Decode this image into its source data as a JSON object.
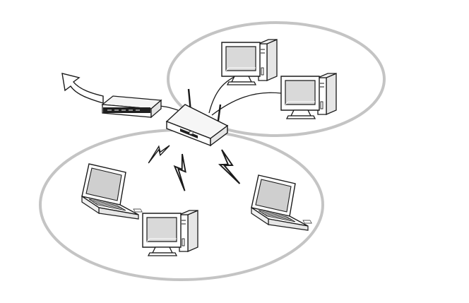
{
  "diagram": {
    "title": "",
    "nodes": [
      {
        "id": "internet",
        "icon": "arrow-curved-up-icon"
      },
      {
        "id": "modem",
        "icon": "broadband-modem-icon"
      },
      {
        "id": "access-point",
        "icon": "wireless-router-icon"
      },
      {
        "id": "wired-desktop-1",
        "icon": "desktop-computer-icon",
        "group": "wired"
      },
      {
        "id": "wired-desktop-2",
        "icon": "desktop-computer-icon",
        "group": "wired"
      },
      {
        "id": "wireless-laptop-1",
        "icon": "laptop-icon",
        "group": "wireless"
      },
      {
        "id": "wireless-desktop",
        "icon": "desktop-computer-icon",
        "group": "wireless"
      },
      {
        "id": "wireless-laptop-2",
        "icon": "laptop-icon",
        "group": "wireless"
      }
    ],
    "links": [
      {
        "from": "modem",
        "to": "internet",
        "type": "wired"
      },
      {
        "from": "modem",
        "to": "access-point",
        "type": "wired"
      },
      {
        "from": "access-point",
        "to": "wired-desktop-1",
        "type": "wired"
      },
      {
        "from": "access-point",
        "to": "wired-desktop-2",
        "type": "wired"
      },
      {
        "from": "access-point",
        "to": "wireless-laptop-1",
        "type": "wireless",
        "icon": "lightning-bolt-icon"
      },
      {
        "from": "access-point",
        "to": "wireless-desktop",
        "type": "wireless",
        "icon": "lightning-bolt-icon"
      },
      {
        "from": "access-point",
        "to": "wireless-laptop-2",
        "type": "wireless",
        "icon": "lightning-bolt-icon"
      }
    ],
    "colors": {
      "line": "#1a1a1a",
      "group_ellipse": "#c4c4c4",
      "screen": "#d9d9d9",
      "background": "#ffffff"
    }
  }
}
